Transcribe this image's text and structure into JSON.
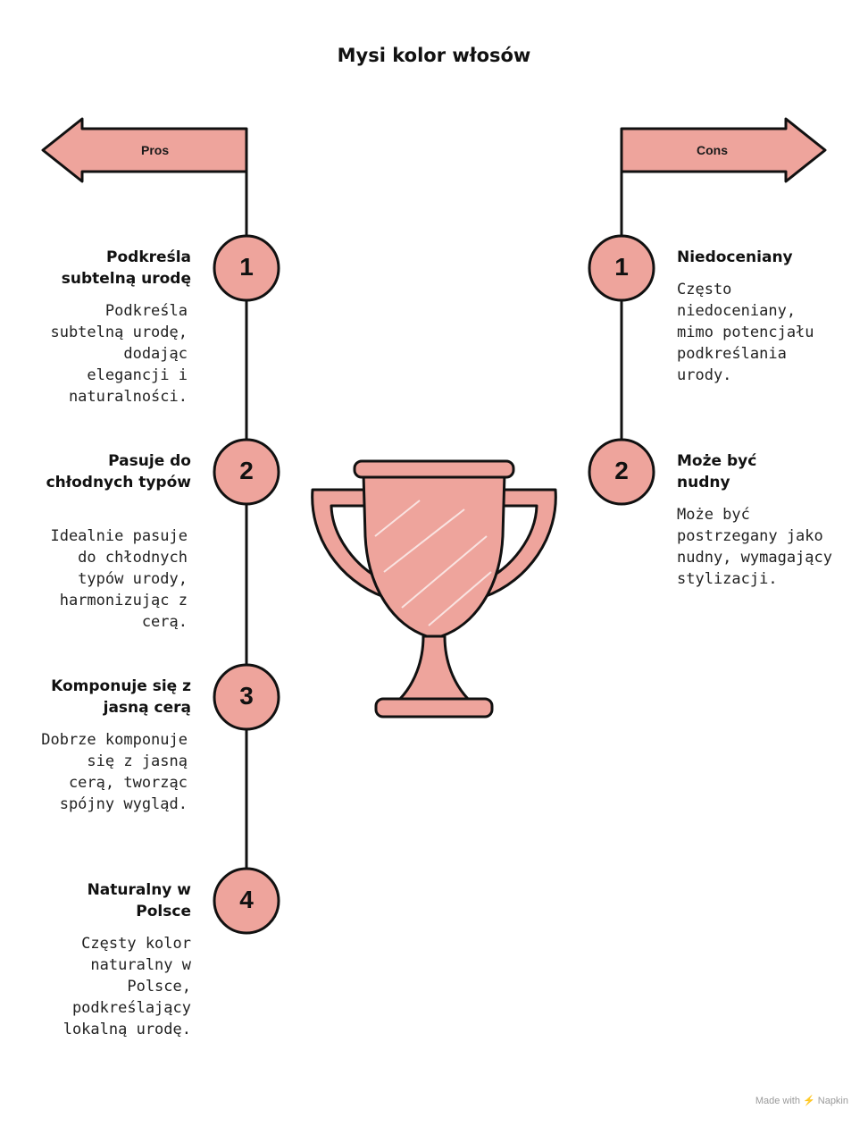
{
  "title": "Mysi kolor włosów",
  "colors": {
    "accent": "#EEA49C",
    "stroke": "#111111"
  },
  "pros": {
    "label": "Pros",
    "items": [
      {
        "number": "1",
        "title": "Podkreśla subtelną urodę",
        "desc": "Podkreśla subtelną urodę, dodając elegancji i naturalności."
      },
      {
        "number": "2",
        "title": "Pasuje do chłodnych typów",
        "desc": "Idealnie pasuje do chłodnych typów urody, harmonizując z cerą."
      },
      {
        "number": "3",
        "title": "Komponuje się z jasną cerą",
        "desc": "Dobrze komponuje się z jasną cerą, tworząc spójny wygląd."
      },
      {
        "number": "4",
        "title": "Naturalny w Polsce",
        "desc": "Częsty kolor naturalny w Polsce, podkreślający lokalną urodę."
      }
    ]
  },
  "cons": {
    "label": "Cons",
    "items": [
      {
        "number": "1",
        "title": "Niedoceniany",
        "desc": "Często niedoceniany, mimo potencjału podkreślania urody."
      },
      {
        "number": "2",
        "title": "Może być nudny",
        "desc": "Może być postrzegany jako nudny, wymagający stylizacji."
      }
    ]
  },
  "center_icon": "trophy-icon",
  "footer": "Made with ⚡ Napkin"
}
